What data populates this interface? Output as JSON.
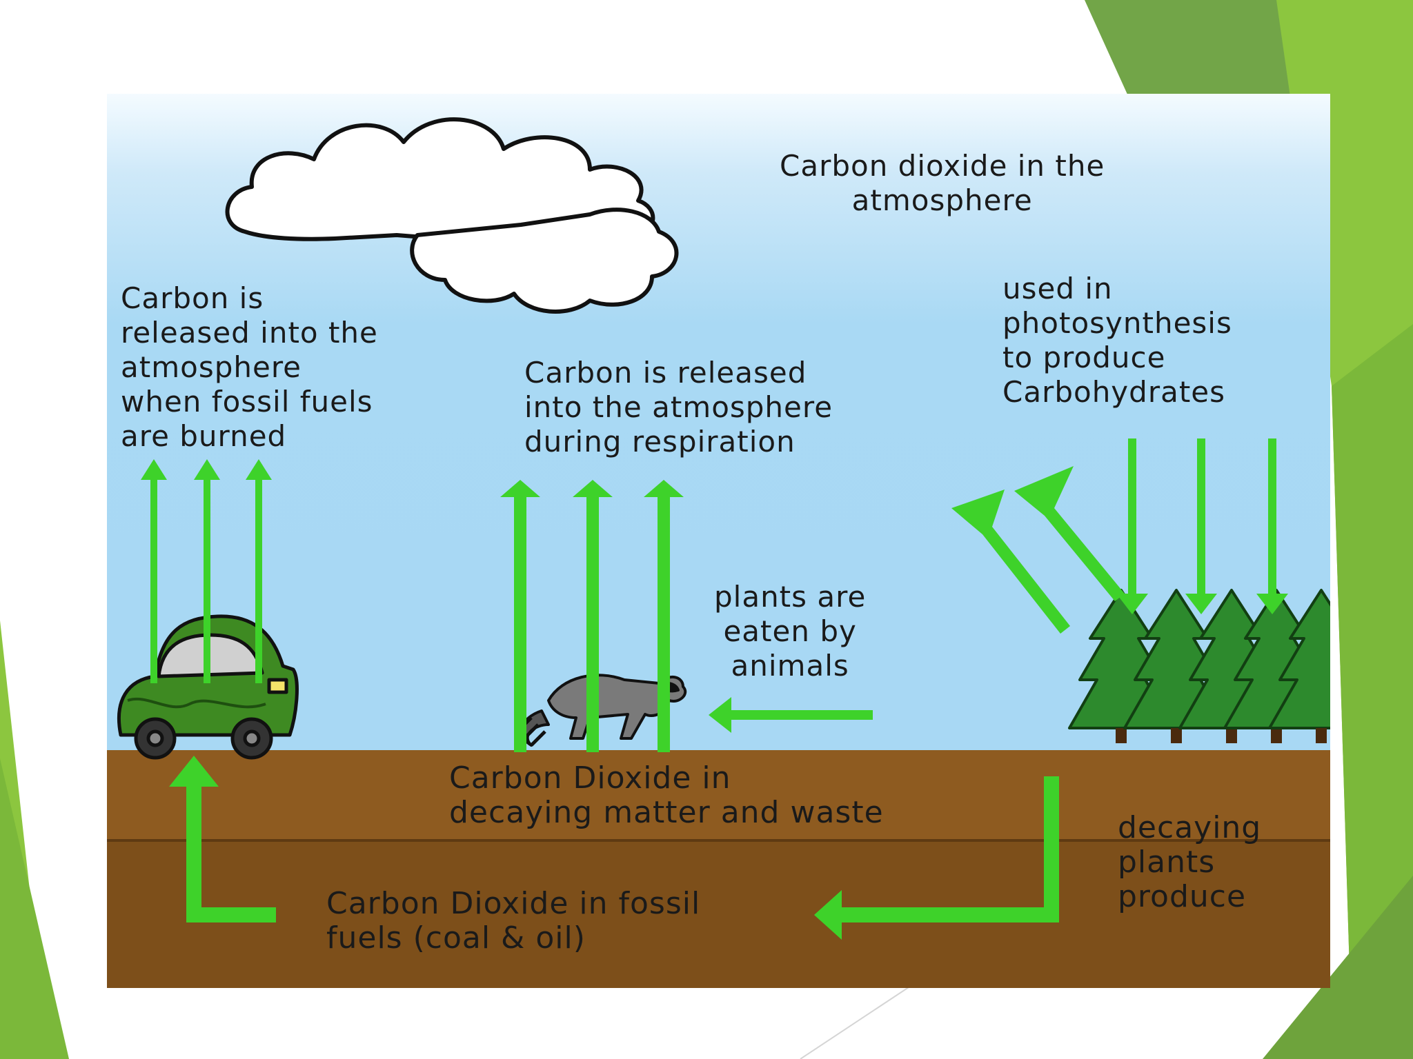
{
  "labels": {
    "atmosphere": [
      "Carbon dioxide in the",
      "atmosphere"
    ],
    "fossil_burn": [
      "Carbon is",
      "released into the",
      "atmosphere",
      "when fossil fuels",
      "are burned"
    ],
    "respiration": [
      "Carbon is released",
      "into the atmosphere",
      "during respiration"
    ],
    "photosynthesis": [
      "used in",
      "photosynthesis",
      "to produce",
      "Carbohydrates"
    ],
    "eaten": [
      "plants are",
      "eaten by",
      "animals"
    ],
    "decaying_matter": [
      "Carbon Dioxide in",
      "decaying matter and waste"
    ],
    "fossil_fuels": [
      "Carbon Dioxide in fossil",
      "fuels (coal & oil)"
    ],
    "decaying_plants": [
      "decaying",
      "plants",
      "produce"
    ]
  },
  "colors": {
    "sky": "#a8d8f4",
    "ground_upper": "#8e5b20",
    "ground_lower": "#7d4f1a",
    "arrow": "#3ed22a",
    "tree": "#2d8a2d",
    "car": "#3e8a22",
    "slide_accent": "#8cc63f",
    "slide_accent_dark": "#6fa640"
  },
  "icons": [
    "cloud-icon",
    "car-icon",
    "raccoon-icon",
    "pine-tree-icon"
  ]
}
